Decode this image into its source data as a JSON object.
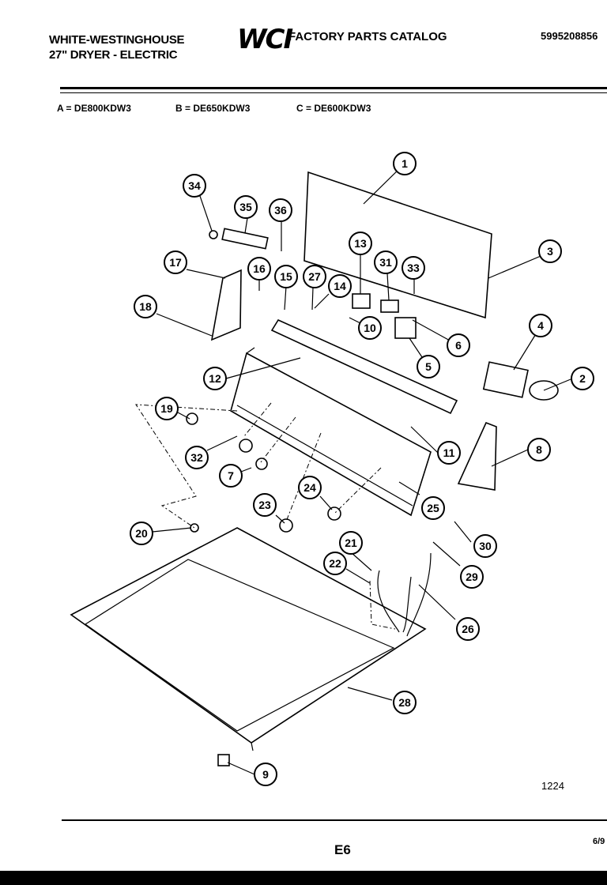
{
  "header": {
    "brand_line1": "WHITE-WESTINGHOUSE",
    "brand_line2": "27\" DRYER - ELECTRIC",
    "logo_text": "WCI",
    "catalog_title": "FACTORY PARTS CATALOG",
    "catalog_number": "5995208856"
  },
  "models": {
    "a": "A = DE800KDW3",
    "b": "B = DE650KDW3",
    "c": "C = DE600KDW3"
  },
  "callouts": [
    "1",
    "2",
    "3",
    "4",
    "5",
    "6",
    "7",
    "8",
    "9",
    "10",
    "11",
    "12",
    "13",
    "14",
    "15",
    "16",
    "17",
    "18",
    "19",
    "20",
    "21",
    "22",
    "23",
    "24",
    "25",
    "26",
    "27",
    "28",
    "29",
    "30",
    "31",
    "32",
    "33",
    "34",
    "35",
    "36"
  ],
  "footer": {
    "reference": "1224",
    "page": "E6",
    "date": "6/9"
  }
}
